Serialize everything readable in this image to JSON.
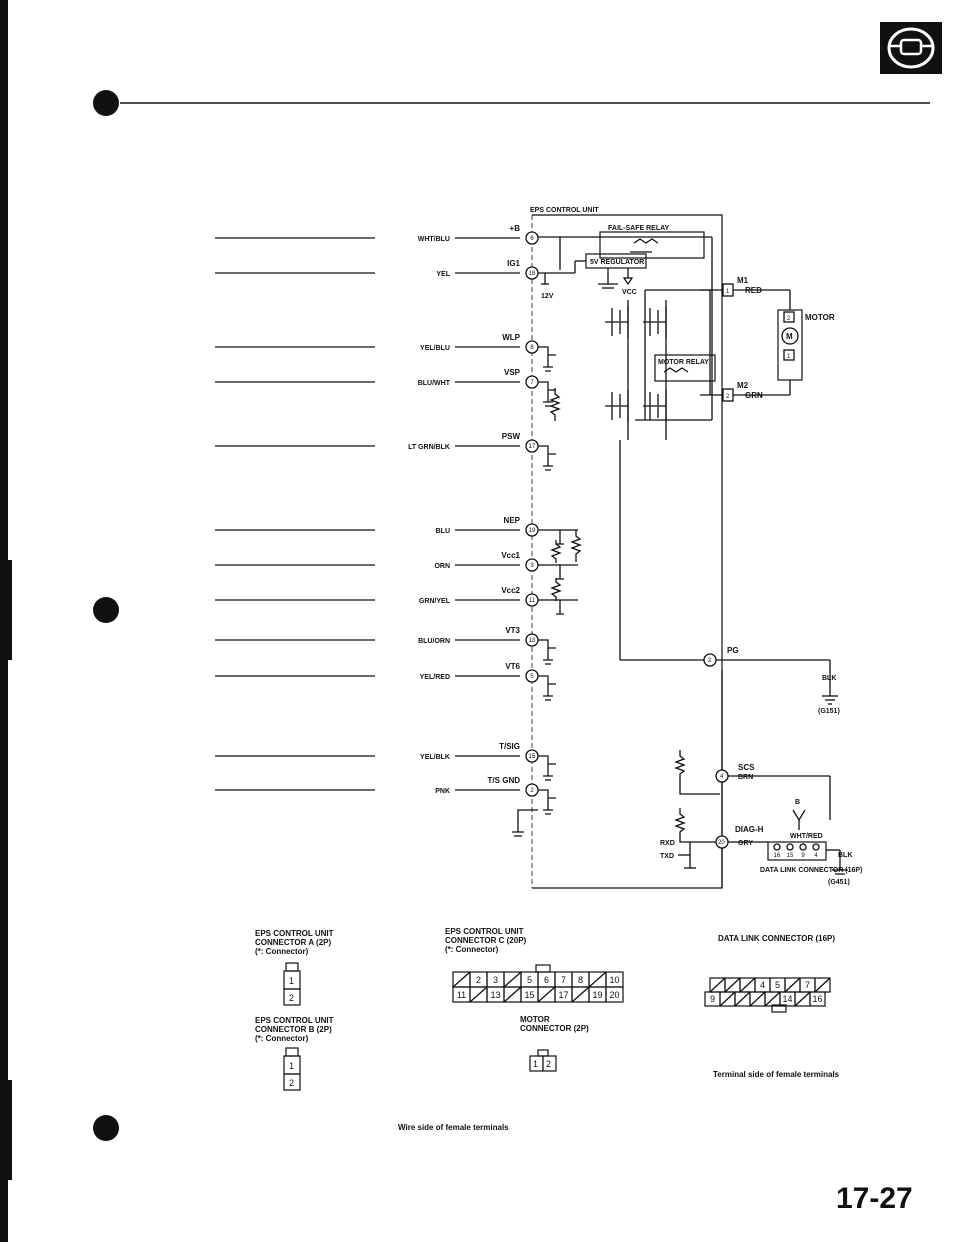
{
  "page_number": "17-27",
  "ecu_title": "EPS CONTROL UNIT",
  "fail_safe_relay": "FAIL-SAFE RELAY",
  "regulator": "5V REGULATOR",
  "motor_relay": "MOTOR RELAY",
  "motor_label": "MOTOR",
  "motor_symbol": "M",
  "vcc_label": "VCC",
  "v12_label": "12V",
  "wires": [
    {
      "wire": "WHT/BLU",
      "terminal": "+B",
      "pin": "6"
    },
    {
      "wire": "YEL",
      "terminal": "IG1",
      "pin": "18"
    },
    {
      "wire": "YEL/BLU",
      "terminal": "WLP",
      "pin": "8"
    },
    {
      "wire": "BLU/WHT",
      "terminal": "VSP",
      "pin": "7"
    },
    {
      "wire": "LT GRN/BLK",
      "terminal": "PSW",
      "pin": "17"
    },
    {
      "wire": "BLU",
      "terminal": "NEP",
      "pin": "19"
    },
    {
      "wire": "ORN",
      "terminal": "Vcc1",
      "pin": "3"
    },
    {
      "wire": "GRN/YEL",
      "terminal": "Vcc2",
      "pin": "11"
    },
    {
      "wire": "BLU/ORN",
      "terminal": "VT3",
      "pin": "13"
    },
    {
      "wire": "YEL/RED",
      "terminal": "VT6",
      "pin": "5"
    },
    {
      "wire": "YEL/BLK",
      "terminal": "T/SIG",
      "pin": "15"
    },
    {
      "wire": "PNK",
      "terminal": "T/S GND",
      "pin": "2"
    }
  ],
  "motor_lines": [
    {
      "terminal": "M1",
      "wire": "RED",
      "pin": "1"
    },
    {
      "terminal": "M2",
      "wire": "GRN",
      "pin": "2"
    }
  ],
  "motor_pins": [
    "2",
    "1"
  ],
  "pg": {
    "terminal": "PG",
    "pin": "2",
    "wire": "BLK",
    "ground": "(G151)"
  },
  "scs": {
    "terminal": "SCS",
    "wire": "BRN",
    "pin": "4"
  },
  "diag": {
    "terminal": "DIAG-H",
    "wire": "GRY",
    "pin": "20",
    "wht_red": "WHT/RED",
    "rxd": "RXD",
    "txd": "TXD",
    "pin_b": "B"
  },
  "dlc_small": {
    "pins": [
      "16",
      "15",
      "9",
      "4"
    ],
    "label": "DATA LINK CONNECTOR (16P)",
    "wire": "BLK",
    "ground": "(G451)"
  },
  "captions": {
    "conn_a": [
      "EPS CONTROL UNIT",
      "CONNECTOR A (2P)",
      "(*: Connector)"
    ],
    "conn_b": [
      "EPS CONTROL UNIT",
      "CONNECTOR B (2P)",
      "(*: Connector)"
    ],
    "conn_c": [
      "EPS CONTROL UNIT",
      "CONNECTOR C (20P)",
      "(*: Connector)"
    ],
    "motor_conn": [
      "MOTOR",
      "CONNECTOR (2P)"
    ],
    "dlc": "DATA LINK CONNECTOR (16P)",
    "terminal_side": "Terminal side of female terminals",
    "wire_side": "Wire side of female terminals"
  },
  "conn_a_pins": [
    "1",
    "2"
  ],
  "conn_b_pins": [
    "1",
    "2"
  ],
  "conn_c_row1": [
    "",
    "2",
    "3",
    "",
    "5",
    "6",
    "7",
    "8",
    "",
    "10"
  ],
  "conn_c_row2": [
    "11",
    "",
    "13",
    "",
    "15",
    "",
    "17",
    "",
    "19",
    "20"
  ],
  "motor_conn_pins": [
    "1",
    "2"
  ],
  "dlc_row1": [
    "",
    "",
    "",
    "4",
    "5",
    "",
    "7",
    ""
  ],
  "dlc_row2": [
    "9",
    "",
    "",
    "",
    "",
    "14",
    "",
    "16"
  ]
}
